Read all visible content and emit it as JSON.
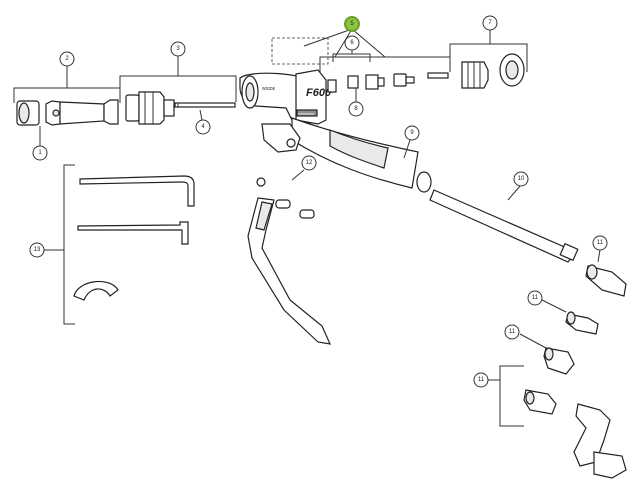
{
  "callouts": [
    {
      "id": "c1",
      "label": "1"
    },
    {
      "id": "c2",
      "label": "2"
    },
    {
      "id": "c3",
      "label": "3"
    },
    {
      "id": "c4",
      "label": "4"
    },
    {
      "id": "c5",
      "label": "5",
      "highlighted": true
    },
    {
      "id": "c6",
      "label": "6"
    },
    {
      "id": "c7",
      "label": "7"
    },
    {
      "id": "c8",
      "label": "8"
    },
    {
      "id": "c9",
      "label": "9"
    },
    {
      "id": "c10",
      "label": "10"
    },
    {
      "id": "c11a",
      "label": "11"
    },
    {
      "id": "c11b",
      "label": "11"
    },
    {
      "id": "c11c",
      "label": "11"
    },
    {
      "id": "c11d",
      "label": "11"
    },
    {
      "id": "c12",
      "label": "12"
    },
    {
      "id": "c13",
      "label": "13"
    }
  ],
  "gun_markings": {
    "model": "F600",
    "brand": "ᴡsɪᴅᴇ",
    "plate": "xxxxxxxx"
  },
  "colors": {
    "highlight": "#8bc53f",
    "line": "#333333"
  }
}
